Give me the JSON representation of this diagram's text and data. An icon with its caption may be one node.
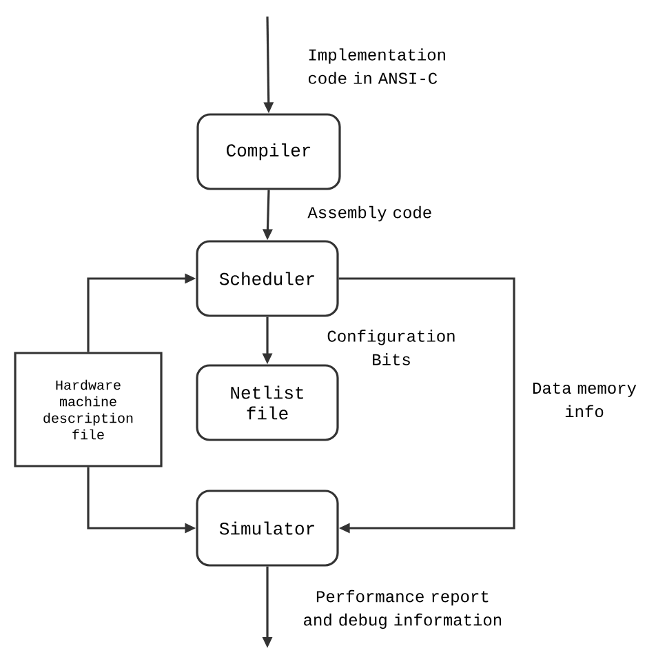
{
  "diagram": {
    "nodes": [
      {
        "text": [
          "Compiler"
        ]
      },
      {
        "text": [
          "Scheduler"
        ]
      },
      {
        "text": [
          "Netlist file"
        ]
      },
      {
        "text": [
          "Simulator"
        ]
      },
      {
        "text": [
          "Hardware machine description file"
        ]
      }
    ],
    "edges": [
      {
        "from": null,
        "to": 0,
        "arrow": "to",
        "label": "Implementation code in ANSI-C"
      },
      {
        "from": 0,
        "to": 1,
        "arrow": "to",
        "label": "Assembly code"
      },
      {
        "from": 1,
        "to": 2,
        "arrow": "to",
        "label": "Configuration Bits"
      },
      {
        "from": 1,
        "to": 3,
        "arrow": "to",
        "label": "Data memory info"
      },
      {
        "from": 4,
        "to": 1,
        "arrow": "to"
      },
      {
        "from": 4,
        "to": 3,
        "arrow": "to"
      },
      {
        "from": 3,
        "to": null,
        "arrow": "to",
        "label": "Performance report and debug information"
      }
    ]
  }
}
